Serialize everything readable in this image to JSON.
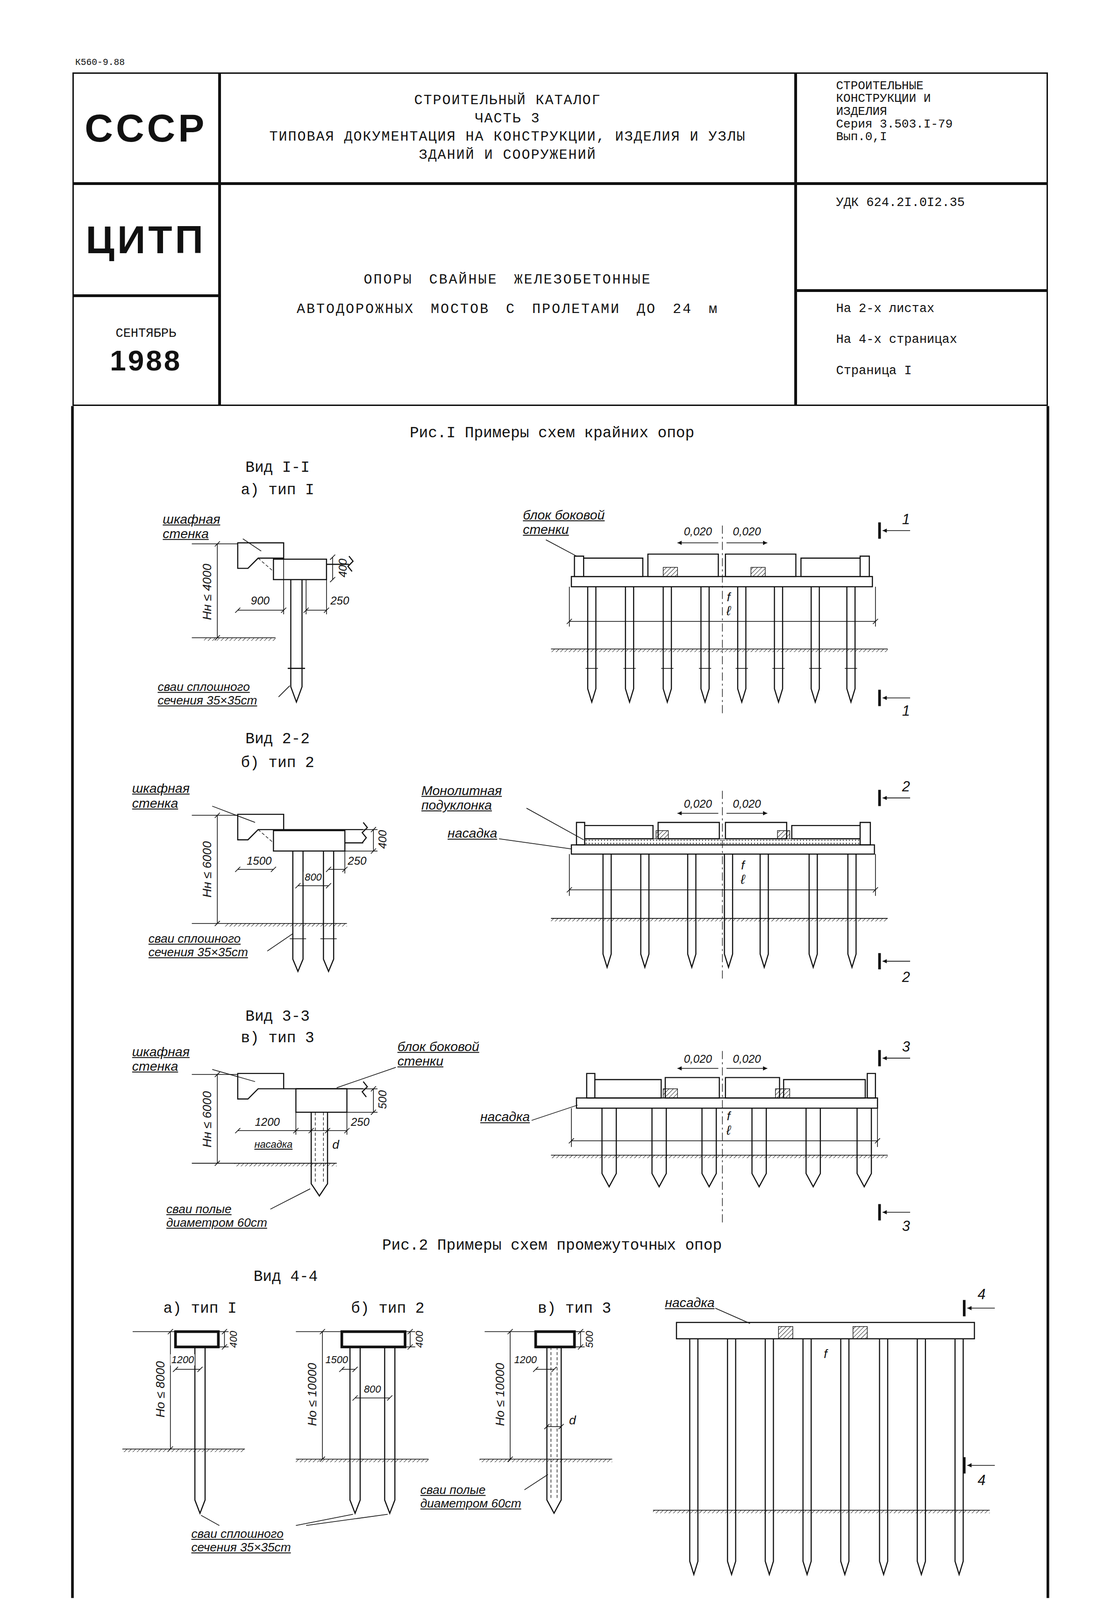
{
  "diagram": {
    "nodes": [
      {
        "text": [
          "СССР"
        ]
      },
      {
        "text": [
          "СТРОИТЕЛЬНЫЙ КАТАЛОГ",
          "ЧАСТЬ 3",
          "ТИПОВАЯ ДОКУМЕНТАЦИЯ НА КОНСТРУКЦИИ, ИЗДЕЛИЯ И УЗЛЫ",
          "ЗДАНИЙ И СООРУЖЕНИЙ"
        ]
      },
      {
        "text": [
          "СТРОИТЕЛЬНЫЕ КОНСТРУКЦИИ И ИЗДЕЛИЯ",
          "Серия 3.503.I-79",
          "Вып.0,I"
        ]
      },
      {
        "text": [
          "ЦИТП"
        ]
      },
      {
        "text": [
          "ОПОРЫ СВАЙНЫЕ ЖЕЛЕЗОБЕТОННЫЕ",
          "АВТОДОРОЖНЫХ МОСТОВ С ПРОЛЕТАМИ ДО 24 м"
        ]
      },
      {
        "text": [
          "УДК 624.2I.0I2.35"
        ]
      },
      {
        "text": [
          "СЕНТЯБРЬ",
          "1988"
        ]
      },
      {
        "text": [
          "На 2-х листах",
          "На 4-х страницах",
          "Страница I"
        ]
      }
    ],
    "labels": [
      "К560-9.88",
      "Рис.I Примеры схем крайних опор",
      "Вид I-I",
      "а) тип I",
      "шкафная стенка",
      "400",
      "900",
      "250",
      "Hн ≤ 4000",
      "сваи сплошного сечения 35×35cm",
      "блок боковой стенки",
      "0,020",
      "0,020",
      "f",
      "ℓ",
      "1",
      "1",
      "Вид 2-2",
      "б) тип 2",
      "шкафная стенка",
      "400",
      "1500",
      "250",
      "800",
      "Hн ≤ 6000",
      "сваи сплошного сечения 35×35cm",
      "Монолитная подуклонка",
      "насадка",
      "0,020",
      "0,020",
      "f",
      "ℓ",
      "2",
      "2",
      "Вид 3-3",
      "в) тип 3",
      "шкафная стенка",
      "блок боковой стенки",
      "500",
      "1200",
      "250",
      "насадка",
      "d",
      "Hн ≤ 6000",
      "сваи полые диаметром 60cm",
      "насадка",
      "0,020",
      "0,020",
      "f",
      "ℓ",
      "3",
      "3",
      "Рис.2 Примеры схем промежуточных опор",
      "Вид 4-4",
      "а) тип I",
      "б) тип 2",
      "в) тип 3",
      "1200",
      "400",
      "Hо ≤ 8000",
      "1500",
      "400",
      "800",
      "Hо ≤ 10000",
      "1200",
      "500",
      "d",
      "Hо ≤ 10000",
      "сваи сплошного сечения 35×35cm",
      "сваи полые диаметром 60cm",
      "насадка",
      "f",
      "4",
      "4"
    ]
  }
}
